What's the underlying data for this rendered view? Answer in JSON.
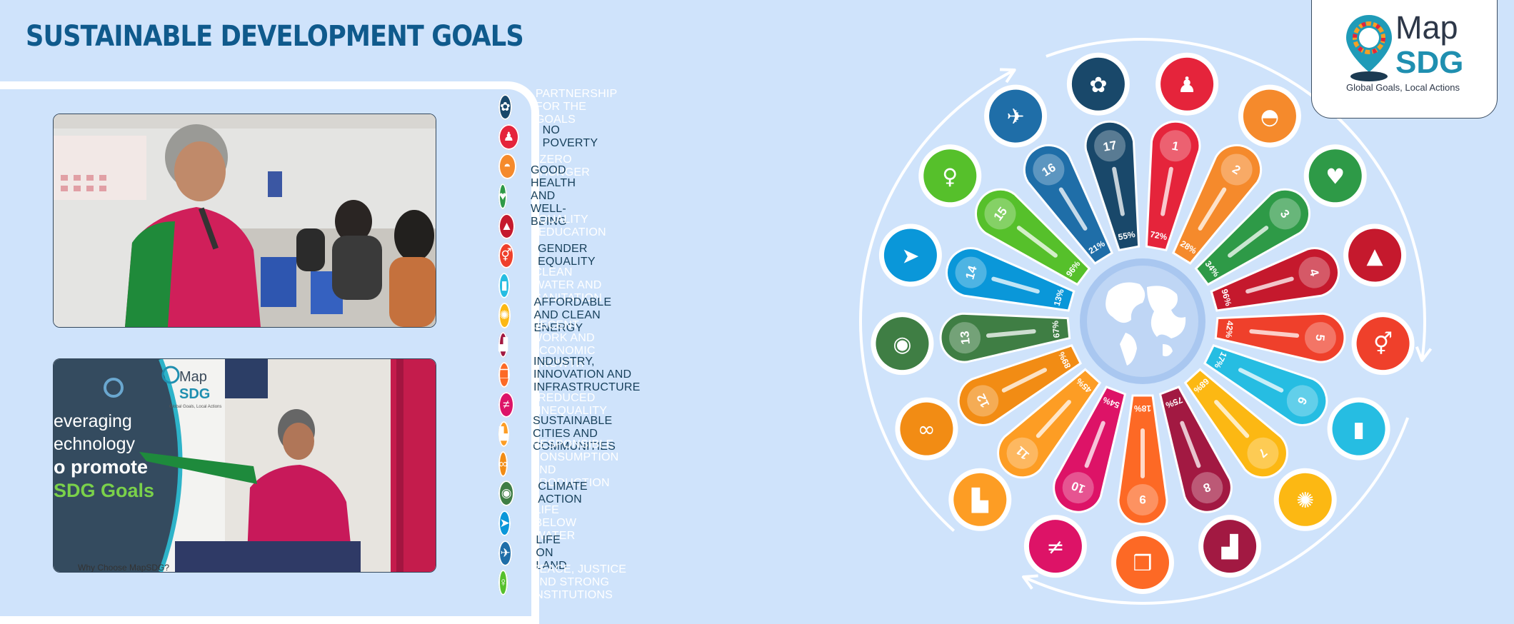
{
  "title": "SUSTAINABLE DEVELOPMENT GOALS",
  "logo": {
    "map": "Map",
    "sdg": "SDG",
    "tagline": "Global Goals, Local Actions"
  },
  "photo2_slide": {
    "lines": [
      "everaging",
      "echnology",
      "o promote",
      "SDG Goals"
    ],
    "footer": "Why Choose MapSDG?",
    "logo_map": "Map",
    "logo_sdg": "SDG",
    "logo_tag": "Global Goals, Local Actions"
  },
  "goals": [
    {
      "label": "PARTNERSHIP FOR THE GOALS",
      "color": "#19486a",
      "icon": "partnership-icon",
      "glyph": "✿",
      "tone": "light"
    },
    {
      "label": "NO POVERTY",
      "color": "#e5243b",
      "icon": "family-icon",
      "glyph": "♟",
      "tone": "dark"
    },
    {
      "label": "ZERO HUNGER",
      "color": "#f58a2c",
      "icon": "bowl-icon",
      "glyph": "◓",
      "tone": "light"
    },
    {
      "label": "GOOD HEALTH AND WELL-BEING",
      "color": "#2e9a47",
      "icon": "heartbeat-icon",
      "glyph": "♥",
      "tone": "dark"
    },
    {
      "label": "QUALITY EDUCATION",
      "color": "#c5192d",
      "icon": "graduation-cap-icon",
      "glyph": "▲",
      "tone": "light"
    },
    {
      "label": "GENDER EQUALITY",
      "color": "#ef402b",
      "icon": "gender-icon",
      "glyph": "⚥",
      "tone": "dark"
    },
    {
      "label": "CLEAN WATER AND SANITATION",
      "color": "#26bde2",
      "icon": "water-bottle-icon",
      "glyph": "▮",
      "tone": "light"
    },
    {
      "label": "AFFORDABLE AND CLEAN ENERGY",
      "color": "#fcb813",
      "icon": "bulb-icon",
      "glyph": "✺",
      "tone": "dark"
    },
    {
      "label": "DECENT WORK AND ECONOMIC GROWTH",
      "color": "#a21942",
      "icon": "growth-chart-icon",
      "glyph": "▟",
      "tone": "light"
    },
    {
      "label": "INDUSTRY, INNOVATION AND INFRASTRUCTURE",
      "color": "#fd6925",
      "icon": "cubes-icon",
      "glyph": "❒",
      "tone": "dark"
    },
    {
      "label": "REDUCED INEQUALITY",
      "color": "#dd1367",
      "icon": "not-equal-icon",
      "glyph": "≠",
      "tone": "light"
    },
    {
      "label": "SUSTAINABLE CITIES AND COMMUNITIES",
      "color": "#fd9d24",
      "icon": "city-icon",
      "glyph": "▙",
      "tone": "dark"
    },
    {
      "label": "RESPONSIBLE CONSUMPTION AND PRODUCTION",
      "color": "#f28c14",
      "icon": "infinity-icon",
      "glyph": "∞",
      "tone": "light"
    },
    {
      "label": "CLIMATE ACTION",
      "color": "#3f7e44",
      "icon": "eye-globe-icon",
      "glyph": "◉",
      "tone": "dark"
    },
    {
      "label": "LIFE BELOW WATER",
      "color": "#0a97d9",
      "icon": "fish-icon",
      "glyph": "➤",
      "tone": "light"
    },
    {
      "label": "LIFE ON LAND",
      "color": "#1f6ea8",
      "icon": "dove-icon",
      "glyph": "✈",
      "tone": "dark"
    },
    {
      "label": "PEACE, JUSTICE AND STRONG INSTITUTIONS",
      "color": "#56c02b",
      "icon": "microphone-icon",
      "glyph": "♀",
      "tone": "light"
    }
  ],
  "wheel": {
    "petals": [
      {
        "number": "1",
        "color": "#e5243b",
        "pct": "72%",
        "icon": "family-icon",
        "glyph": "♟"
      },
      {
        "number": "2",
        "color": "#f58a2c",
        "pct": "28%",
        "icon": "bowl-icon",
        "glyph": "◓"
      },
      {
        "number": "3",
        "color": "#2e9a47",
        "pct": "34%",
        "icon": "heartbeat-icon",
        "glyph": "♥"
      },
      {
        "number": "4",
        "color": "#c5192d",
        "pct": "96%",
        "icon": "graduation-cap-icon",
        "glyph": "▲"
      },
      {
        "number": "5",
        "color": "#ef402b",
        "pct": "42%",
        "icon": "gender-icon",
        "glyph": "⚥"
      },
      {
        "number": "6",
        "color": "#26bde2",
        "pct": "17%",
        "icon": "water-bottle-icon",
        "glyph": "▮"
      },
      {
        "number": "7",
        "color": "#fcb813",
        "pct": "68%",
        "icon": "bulb-icon",
        "glyph": "✺"
      },
      {
        "number": "8",
        "color": "#a21942",
        "pct": "75%",
        "icon": "growth-chart-icon",
        "glyph": "▟"
      },
      {
        "number": "9",
        "color": "#fd6925",
        "pct": "18%",
        "icon": "cubes-icon",
        "glyph": "❒"
      },
      {
        "number": "10",
        "color": "#dd1367",
        "pct": "54%",
        "icon": "not-equal-icon",
        "glyph": "≠"
      },
      {
        "number": "11",
        "color": "#fd9d24",
        "pct": "45%",
        "icon": "city-icon",
        "glyph": "▙"
      },
      {
        "number": "12",
        "color": "#f28c14",
        "pct": "89%",
        "icon": "infinity-icon",
        "glyph": "∞"
      },
      {
        "number": "13",
        "color": "#3f7e44",
        "pct": "67%",
        "icon": "eye-globe-icon",
        "glyph": "◉"
      },
      {
        "number": "14",
        "color": "#0a97d9",
        "pct": "13%",
        "icon": "fish-icon",
        "glyph": "➤"
      },
      {
        "number": "15",
        "color": "#56c02b",
        "pct": "96%",
        "icon": "microphone-icon",
        "glyph": "♀"
      },
      {
        "number": "16",
        "color": "#1f6ea8",
        "pct": "21%",
        "icon": "dove-icon",
        "glyph": "✈"
      },
      {
        "number": "17",
        "color": "#19486a",
        "pct": "55%",
        "icon": "partnership-icon",
        "glyph": "✿"
      }
    ]
  }
}
